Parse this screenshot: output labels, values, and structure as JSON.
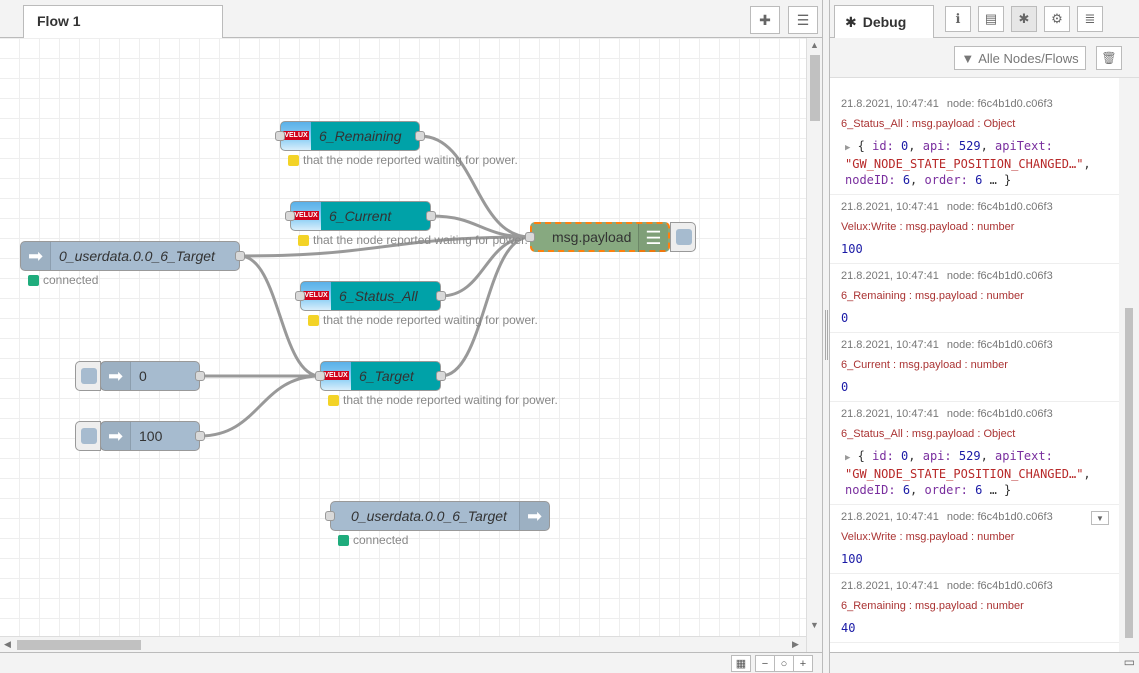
{
  "workspace": {
    "tab_label": "Flow 1",
    "add_icon": "plus-icon",
    "list_icon": "list-icon"
  },
  "nodes": {
    "remaining": {
      "label": "6_Remaining",
      "status": "that the node reported waiting for power."
    },
    "current": {
      "label": "6_Current",
      "status": "that the node reported waiting for power."
    },
    "status_all": {
      "label": "6_Status_All",
      "status": "that the node reported waiting for power."
    },
    "target": {
      "label": "6_Target",
      "status": "that the node reported waiting for power."
    },
    "debug": {
      "label": "msg.payload"
    },
    "iobroker_in": {
      "label": "0_userdata.0.0_6_Target",
      "status": "connected"
    },
    "iobroker_out": {
      "label": "0_userdata.0.0_6_Target",
      "status": "connected"
    },
    "inject_0": {
      "label": "0"
    },
    "inject_100": {
      "label": "100"
    },
    "velux_tag": "VELUX"
  },
  "sidebar": {
    "tab_label": "Debug",
    "filter_label": "Alle Nodes/Flows",
    "messages": [
      {
        "time": "21.8.2021, 10:47:41",
        "node": "node: f6c4b1d0.c06f3",
        "topic": "6_Status_All : msg.payload : Object",
        "type": "object"
      },
      {
        "time": "21.8.2021, 10:47:41",
        "node": "node: f6c4b1d0.c06f3",
        "topic": "Velux:Write : msg.payload : number",
        "value": "100"
      },
      {
        "time": "21.8.2021, 10:47:41",
        "node": "node: f6c4b1d0.c06f3",
        "topic": "6_Remaining : msg.payload : number",
        "value": "0"
      },
      {
        "time": "21.8.2021, 10:47:41",
        "node": "node: f6c4b1d0.c06f3",
        "topic": "6_Current : msg.payload : number",
        "value": "0"
      },
      {
        "time": "21.8.2021, 10:47:41",
        "node": "node: f6c4b1d0.c06f3",
        "topic": "6_Status_All : msg.payload : Object",
        "type": "object"
      },
      {
        "time": "21.8.2021, 10:47:41",
        "node": "node: f6c4b1d0.c06f3",
        "topic": "Velux:Write : msg.payload : number",
        "value": "100"
      },
      {
        "time": "21.8.2021, 10:47:41",
        "node": "node: f6c4b1d0.c06f3",
        "topic": "6_Remaining : msg.payload : number",
        "value": "40"
      }
    ],
    "object": {
      "open": "{",
      "k_id": "id:",
      "v_id": "0",
      "k_api": "api:",
      "v_api": "529",
      "k_apitext": "apiText:",
      "v_apitext": "\"GW_NODE_STATE_POSITION_CHANGED…\"",
      "k_nodeid": "nodeID:",
      "v_nodeid": "6",
      "k_order": "order:",
      "v_order": "6",
      "ellipsis": "…",
      "close": "}"
    }
  }
}
